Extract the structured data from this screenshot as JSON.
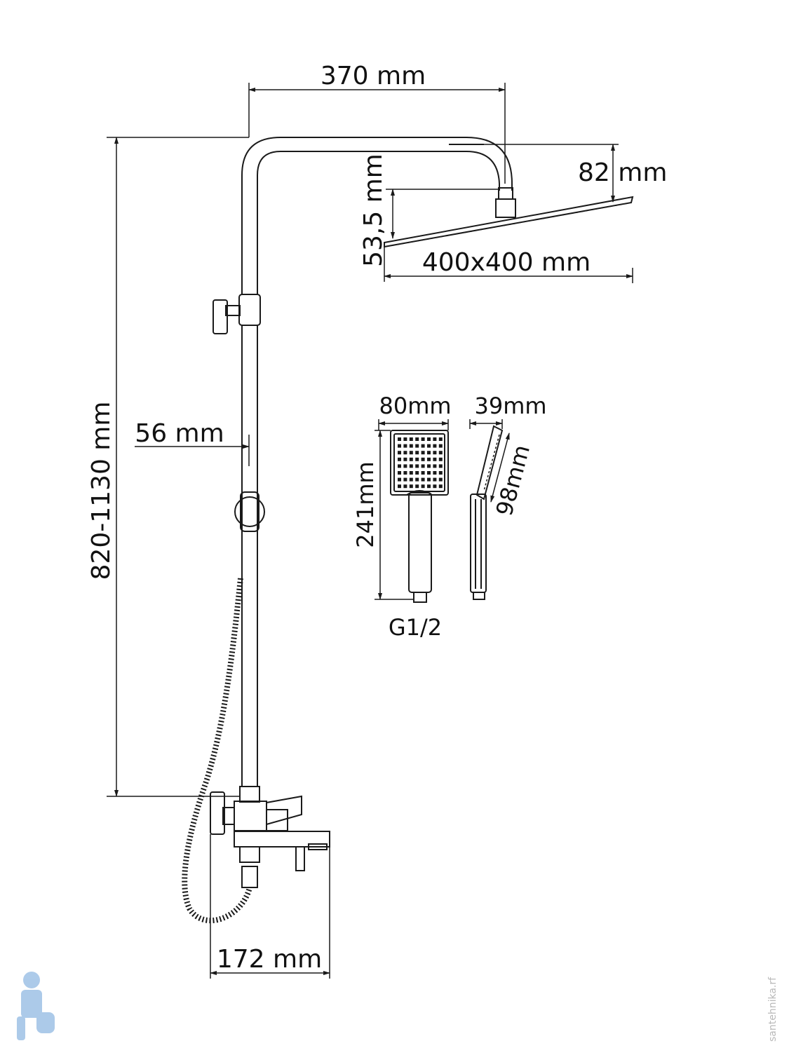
{
  "dimensions": {
    "arm_reach": "370 mm",
    "head_drop": "82 mm",
    "head_thickness": "53,5 mm",
    "head_size": "400x400 mm",
    "rail_height": "820-1130 mm",
    "rail_diameter": "56 mm",
    "hand_width": "80mm",
    "hand_depth": "39mm",
    "hand_length": "241mm",
    "hand_head_length": "98mm",
    "thread": "G1/2",
    "spout_reach": "172 mm"
  },
  "watermark": {
    "side_text": "santehnika.rf",
    "logo_icon": "plumber-mascot-icon"
  },
  "colors": {
    "line": "#1a1a1a",
    "background": "#ffffff",
    "watermark": "#b9b9b9",
    "logo": "#6aa0d8"
  }
}
